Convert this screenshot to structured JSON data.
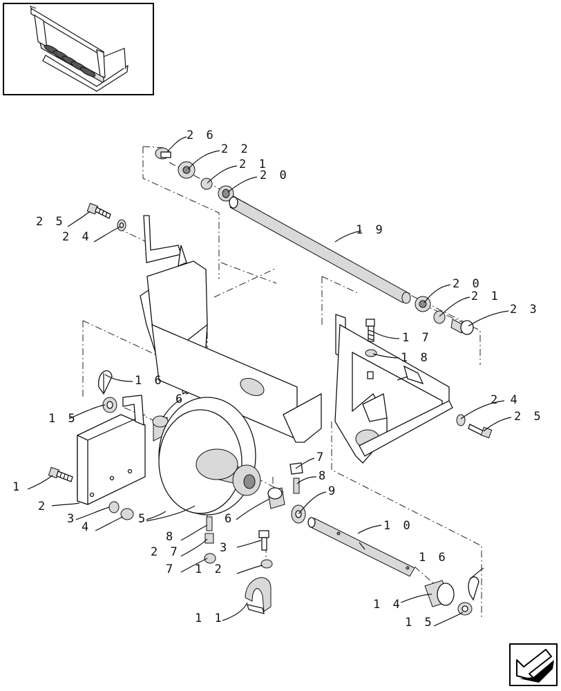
{
  "diagram": {
    "callouts": [
      {
        "id": "c26",
        "text": "2 6"
      },
      {
        "id": "c22",
        "text": "2 2"
      },
      {
        "id": "c21a",
        "text": "2 1"
      },
      {
        "id": "c20a",
        "text": "2 0"
      },
      {
        "id": "c25a",
        "text": "2 5"
      },
      {
        "id": "c24a",
        "text": "2 4"
      },
      {
        "id": "c19",
        "text": "1 9"
      },
      {
        "id": "c20b",
        "text": "2 0"
      },
      {
        "id": "c21b",
        "text": "2 1"
      },
      {
        "id": "c23",
        "text": "2 3"
      },
      {
        "id": "c17",
        "text": "1 7"
      },
      {
        "id": "c18",
        "text": "1 8"
      },
      {
        "id": "c16a",
        "text": "1 6"
      },
      {
        "id": "c6a",
        "text": "6"
      },
      {
        "id": "c15a",
        "text": "1 5"
      },
      {
        "id": "c24b",
        "text": "2 4"
      },
      {
        "id": "c25b",
        "text": "2 5"
      },
      {
        "id": "c7a",
        "text": "7"
      },
      {
        "id": "c8a",
        "text": "8"
      },
      {
        "id": "c9",
        "text": "9"
      },
      {
        "id": "c1",
        "text": "1"
      },
      {
        "id": "c2",
        "text": "2"
      },
      {
        "id": "c3a",
        "text": "3"
      },
      {
        "id": "c4",
        "text": "4"
      },
      {
        "id": "c5",
        "text": "5"
      },
      {
        "id": "c6b",
        "text": "6"
      },
      {
        "id": "c8b",
        "text": "8"
      },
      {
        "id": "c27",
        "text": "2 7"
      },
      {
        "id": "c7b",
        "text": "7"
      },
      {
        "id": "c3b",
        "text": "3"
      },
      {
        "id": "c12",
        "text": "1 2"
      },
      {
        "id": "c10",
        "text": "1 0"
      },
      {
        "id": "c16b",
        "text": "1 6"
      },
      {
        "id": "c14",
        "text": "1 4"
      },
      {
        "id": "c15b",
        "text": "1 5"
      },
      {
        "id": "c11",
        "text": "1 1"
      }
    ]
  }
}
